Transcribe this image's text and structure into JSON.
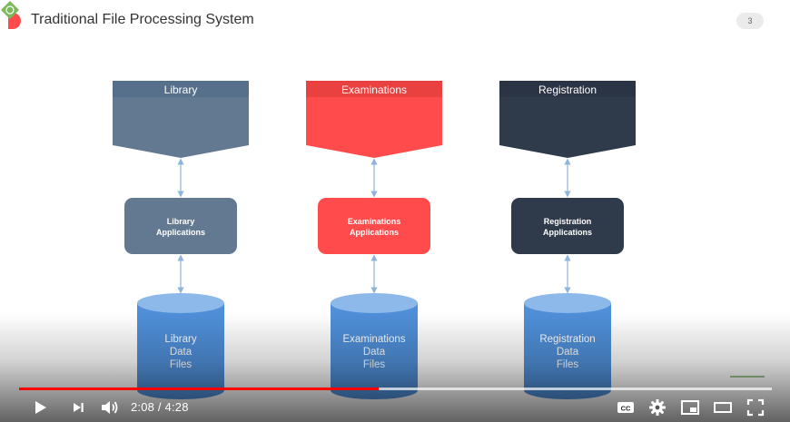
{
  "slide": {
    "title": "Traditional File Processing System",
    "page_number": "3",
    "columns": [
      {
        "id": "library",
        "header": "Library",
        "application": [
          "Library",
          "Applications"
        ],
        "data_files": [
          "Library",
          "Data",
          "Files"
        ],
        "color": "#627991",
        "header_band_color": "#56708b"
      },
      {
        "id": "examinations",
        "header": "Examinations",
        "application": [
          "Examinations",
          "Applications"
        ],
        "data_files": [
          "Examinations",
          "Data",
          "Files"
        ],
        "color": "#ff4b4b",
        "header_band_color": "#e9413f"
      },
      {
        "id": "registration",
        "header": "Registration",
        "application": [
          "Registration",
          "Applications"
        ],
        "data_files": [
          "Registration",
          "Data",
          "Files"
        ],
        "color": "#2f3a4b",
        "header_band_color": "#2a3444"
      }
    ],
    "cylinder_color": "#4f8fd8",
    "cylinder_top_color": "#8db8ea",
    "connector_color": "#8fb4d9"
  },
  "player": {
    "current_time": "2:08",
    "duration": "4:28",
    "played_fraction": 0.478,
    "loaded_fraction": 1.0,
    "accent_color": "#ff0000",
    "icons": {
      "play": "play-icon",
      "next": "next-icon",
      "volume": "volume-icon",
      "captions": "captions-icon",
      "settings": "gear-icon",
      "miniplayer": "miniplayer-icon",
      "theater": "theater-mode-icon",
      "fullscreen": "fullscreen-icon"
    }
  }
}
